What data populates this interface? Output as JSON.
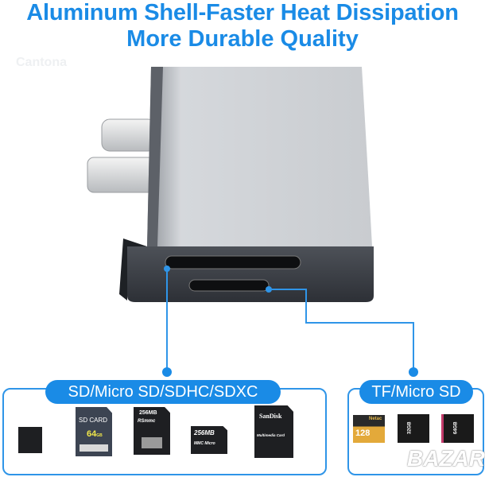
{
  "headline": {
    "line1": "Aluminum Shell-Faster Heat Dissipation",
    "line2": "More Durable Quality"
  },
  "watermark": "Cantona",
  "slots": {
    "sd": {
      "label": "SD/Micro SD/SDHC/SDXC",
      "cards": [
        {
          "name": "micro-sd",
          "text": ""
        },
        {
          "name": "sd-card",
          "text": "SD CARD",
          "capacity": "64",
          "unit": "GB"
        },
        {
          "name": "rs-mmc",
          "text": "256MB",
          "sub": "RSmmc"
        },
        {
          "name": "mmc-micro",
          "text": "256MB",
          "sub": "MMC Micro"
        },
        {
          "name": "sandisk-mmc",
          "text": "SanDisk",
          "sub": "Multimedia Card"
        }
      ]
    },
    "tf": {
      "label": "TF/Micro SD",
      "cards": [
        {
          "name": "netac-128",
          "brand": "Netac",
          "text": "128"
        },
        {
          "name": "kingston-32",
          "text": "32GB"
        },
        {
          "name": "kingston-64",
          "text": "64GB"
        }
      ]
    }
  },
  "corner_watermark": "BAZAR",
  "colors": {
    "accent": "#1a8be6",
    "line": "#2f95e8"
  }
}
